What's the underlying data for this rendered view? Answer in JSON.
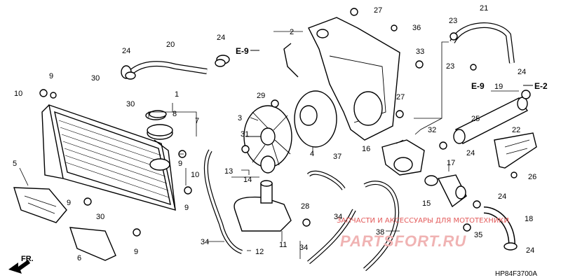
{
  "diagram": {
    "code": "HP84F3700A",
    "front_label": "FR.",
    "watermark_small": "ЗАПЧАСТИ И АКСЕССУАРЫ ДЛЯ МОТОТЕХНИКИ",
    "watermark_big": "PARTSFORT.RU",
    "ref_e9_a": "E-9",
    "ref_e9_b": "E-9",
    "ref_e2": "E-2",
    "callouts": {
      "c1": "1",
      "c2": "2",
      "c3": "3",
      "c4": "4",
      "c5": "5",
      "c6": "6",
      "c7": "7",
      "c8": "8",
      "c9a": "9",
      "c9b": "9",
      "c9c": "9",
      "c9d": "9",
      "c9e": "9",
      "c10a": "10",
      "c10b": "10",
      "c11": "11",
      "c12": "12",
      "c13": "13",
      "c14": "14",
      "c15": "15",
      "c16": "16",
      "c17": "17",
      "c18": "18",
      "c19": "19",
      "c20": "20",
      "c21": "21",
      "c22": "22",
      "c23a": "23",
      "c23b": "23",
      "c24a": "24",
      "c24b": "24",
      "c24c": "24",
      "c24d": "24",
      "c24e": "24",
      "c24f": "24",
      "c25": "25",
      "c26": "26",
      "c27a": "27",
      "c27b": "27",
      "c28": "28",
      "c29": "29",
      "c30a": "30",
      "c30b": "30",
      "c30c": "30",
      "c31": "31",
      "c32": "32",
      "c33": "33",
      "c34a": "34",
      "c34b": "34",
      "c34c": "34",
      "c35": "35",
      "c36": "36",
      "c37": "37",
      "c38": "38"
    }
  }
}
